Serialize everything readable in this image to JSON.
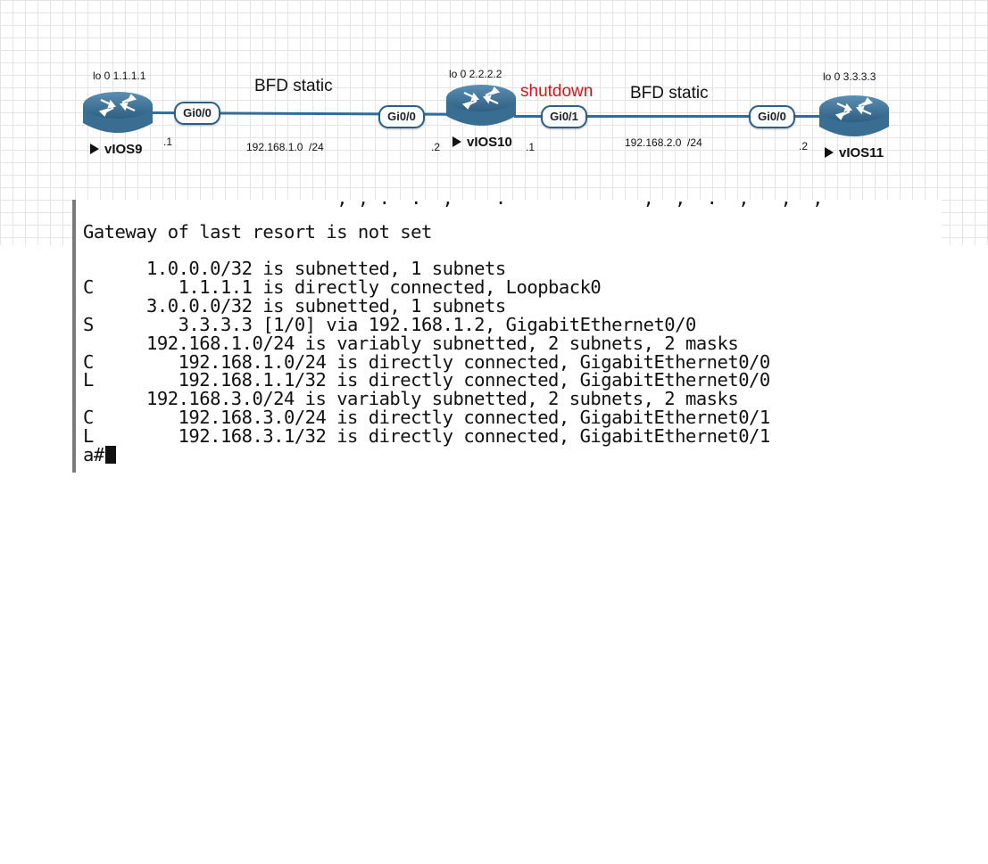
{
  "topology": {
    "routers": [
      {
        "name": "vIOS9",
        "loopback": "lo 0 1.1.1.1"
      },
      {
        "name": "vIOS10",
        "loopback": "lo 0 2.2.2.2"
      },
      {
        "name": "vIOS11",
        "loopback": "lo 0 3.3.3.3"
      }
    ],
    "interfaces": {
      "vios9_gi00": "Gi0/0",
      "vios10_gi00": "Gi0/0",
      "vios10_gi01": "Gi0/1",
      "vios11_gi00": "Gi0/0"
    },
    "links": [
      {
        "protocol": "BFD static",
        "network": "192.168.1.0  /24",
        "left_host": ".1",
        "right_host": ".2"
      },
      {
        "protocol": "BFD static",
        "network": "192.168.2.0  /24",
        "left_host": ".1",
        "right_host": ".2"
      }
    ],
    "annotation": "shutdown",
    "colors": {
      "link": "#2e6e9e",
      "annotation": "#e0101a",
      "router_body": "#4a7fa3"
    }
  },
  "terminal": {
    "cut_top_line": "                        , , .  .  ,    .             ,  ,  .  ,   ,  ,  ",
    "lines": [
      "Gateway of last resort is not set",
      "",
      "      1.0.0.0/32 is subnetted, 1 subnets",
      "C        1.1.1.1 is directly connected, Loopback0",
      "      3.0.0.0/32 is subnetted, 1 subnets",
      "S        3.3.3.3 [1/0] via 192.168.1.2, GigabitEthernet0/0",
      "      192.168.1.0/24 is variably subnetted, 2 subnets, 2 masks",
      "C        192.168.1.0/24 is directly connected, GigabitEthernet0/0",
      "L        192.168.1.1/32 is directly connected, GigabitEthernet0/0",
      "      192.168.3.0/24 is variably subnetted, 2 subnets, 2 masks",
      "C        192.168.3.0/24 is directly connected, GigabitEthernet0/1",
      "L        192.168.3.1/32 is directly connected, GigabitEthernet0/1"
    ],
    "prompt": "a#"
  }
}
